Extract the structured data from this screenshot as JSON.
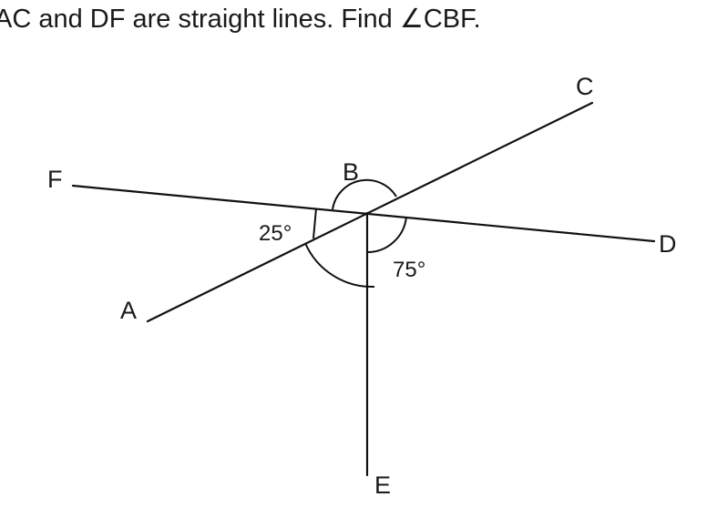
{
  "question": {
    "text": "AC and DF are straight lines. Find ∠CBF."
  },
  "points": {
    "A": "A",
    "B": "B",
    "C": "C",
    "D": "D",
    "E": "E",
    "F": "F"
  },
  "angles": {
    "abf": "25°",
    "dbe": "75°"
  }
}
